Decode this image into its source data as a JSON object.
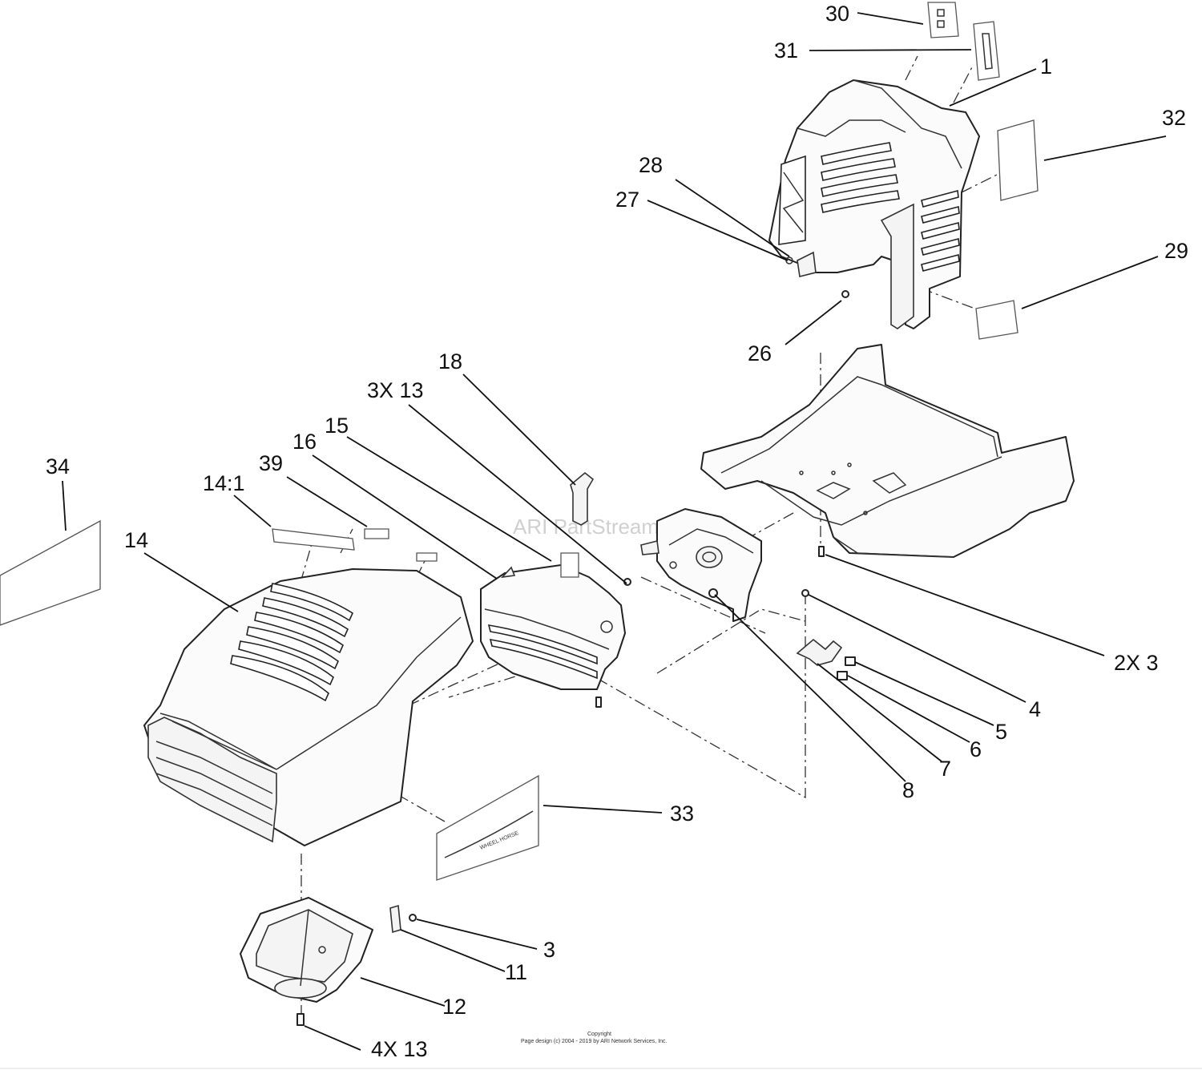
{
  "callouts": [
    {
      "id": "1",
      "text": "1"
    },
    {
      "id": "30",
      "text": "30"
    },
    {
      "id": "31",
      "text": "31"
    },
    {
      "id": "32",
      "text": "32"
    },
    {
      "id": "28",
      "text": "28"
    },
    {
      "id": "27",
      "text": "27"
    },
    {
      "id": "29",
      "text": "29"
    },
    {
      "id": "26",
      "text": "26"
    },
    {
      "id": "18",
      "text": "18"
    },
    {
      "id": "3x13-top",
      "text": "3X 13"
    },
    {
      "id": "15",
      "text": "15"
    },
    {
      "id": "16",
      "text": "16"
    },
    {
      "id": "39",
      "text": "39"
    },
    {
      "id": "14-1",
      "text": "14:1"
    },
    {
      "id": "34",
      "text": "34"
    },
    {
      "id": "14",
      "text": "14"
    },
    {
      "id": "2x3",
      "text": "2X 3"
    },
    {
      "id": "4",
      "text": "4"
    },
    {
      "id": "5",
      "text": "5"
    },
    {
      "id": "6",
      "text": "6"
    },
    {
      "id": "7",
      "text": "7"
    },
    {
      "id": "8",
      "text": "8"
    },
    {
      "id": "33",
      "text": "33"
    },
    {
      "id": "3",
      "text": "3"
    },
    {
      "id": "11",
      "text": "11"
    },
    {
      "id": "12",
      "text": "12"
    },
    {
      "id": "4x13",
      "text": "4X 13"
    }
  ],
  "decal_text": "WHEEL HORSE",
  "watermark": "ARI PartStream",
  "footer": {
    "line1": "Copyright",
    "line2": "Page design (c) 2004 - 2019 by ARI Network Services, Inc."
  }
}
